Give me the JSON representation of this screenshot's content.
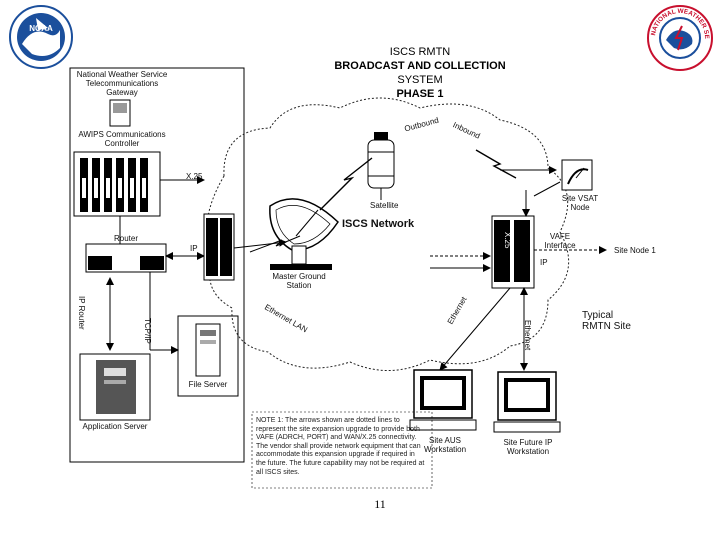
{
  "slide": {
    "title_lines": [
      "ISCS RMTN",
      "BROADCAST AND COLLECTION",
      "SYSTEM",
      "PHASE 1"
    ],
    "page_number": "11"
  },
  "logos": {
    "noaa_text": "NOAA",
    "nws_text": "NATIONAL WEATHER SERVICE"
  },
  "labels": {
    "gateway_box": "National Weather Service Telecommunications Gateway",
    "awips_controller": "AWIPS Communications Controller",
    "router": "Router",
    "file_server": "File Server",
    "application_server": "Application Server",
    "master_ground_station": "Master Ground Station",
    "network": "ISCS Network",
    "satellite": "Satellite",
    "outbound": "Outbound",
    "inbound": "Inbound",
    "vsat": "Site VSAT Node",
    "vafe_interface": "VAFE Interface",
    "site_node": "Site Node 1",
    "typical_rmtn_site": "Typical RMTN Site",
    "workstation_aus": "Site AUS Workstation",
    "workstation_future": "Site Future IP Workstation",
    "link_x25": "X.25",
    "link_tcpip": "TCP/IP",
    "link_ip": "IP",
    "link_ethernet": "Ethernet",
    "link_ip_router": "IP Router",
    "link_ethernet_lan": "Ethernet LAN",
    "link_ethernet_right": "Ethernet",
    "link_x25_right": "X.25",
    "link_ip_right": "IP",
    "note": "NOTE 1: The arrows shown are dotted lines to represent the site expansion upgrade to provide both VAFE (ADRCH, PORT) and WAN/X.25 connectivity. The vendor shall provide network equipment that can accommodate this expansion upgrade if required in the future. The future capability may not be required at all ISCS sites."
  },
  "colors": {
    "noaa_blue": "#1b4f9c",
    "nws_red": "#c8102e",
    "line": "#000000",
    "cloud_dash": "#222222"
  }
}
